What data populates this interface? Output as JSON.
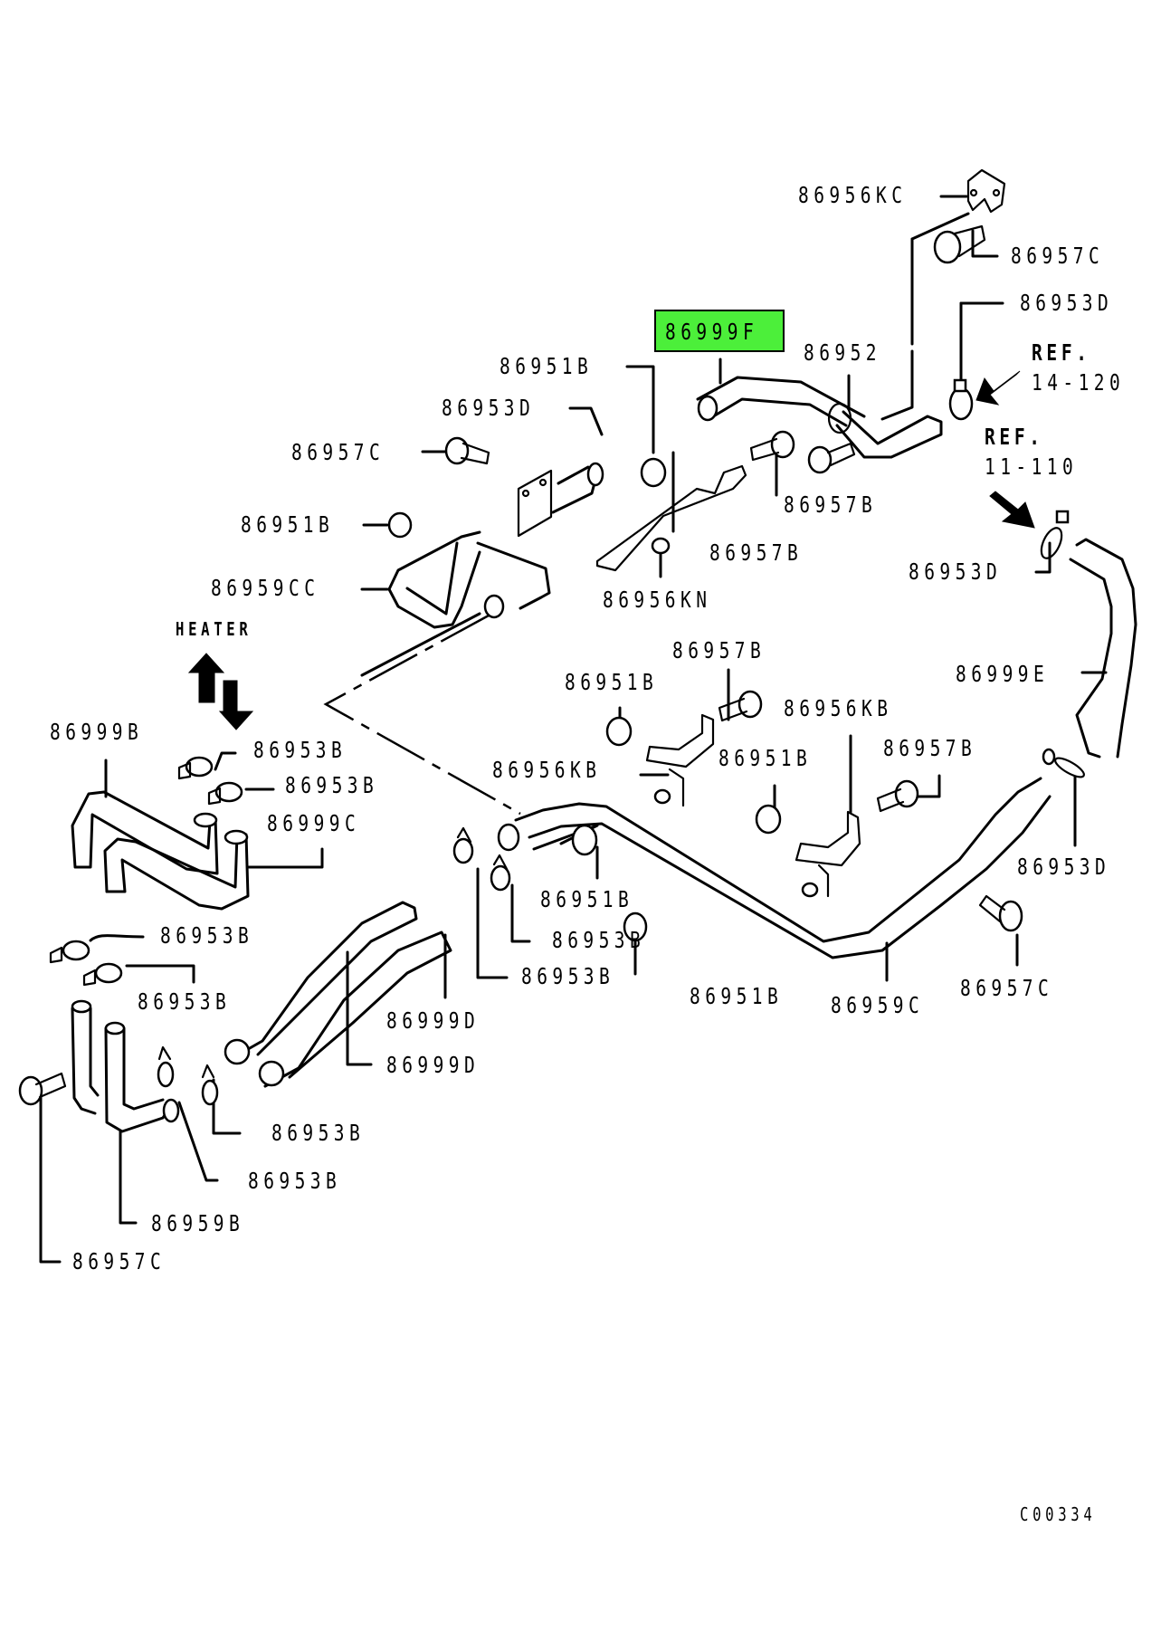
{
  "diagram": {
    "title": "HEATER",
    "drawing_code": "C00334",
    "highlight_color": "#4cef3a",
    "highlighted_part": "86999F",
    "references": [
      {
        "label": "REF.",
        "number": "14-120"
      },
      {
        "label": "REF.",
        "number": "11-110"
      }
    ],
    "callouts": [
      {
        "id": "c1",
        "part": "86956KC"
      },
      {
        "id": "c2",
        "part": "86957C"
      },
      {
        "id": "c3",
        "part": "86953D"
      },
      {
        "id": "c4",
        "part": "86999F"
      },
      {
        "id": "c5",
        "part": "86952"
      },
      {
        "id": "c6",
        "part": "86951B"
      },
      {
        "id": "c7",
        "part": "86953D"
      },
      {
        "id": "c8",
        "part": "86957C"
      },
      {
        "id": "c9",
        "part": "86957B"
      },
      {
        "id": "c10",
        "part": "86951B"
      },
      {
        "id": "c11",
        "part": "86957B"
      },
      {
        "id": "c12",
        "part": "86959CC"
      },
      {
        "id": "c13",
        "part": "86956KN"
      },
      {
        "id": "c14",
        "part": "86953D"
      },
      {
        "id": "c15",
        "part": "86957B"
      },
      {
        "id": "c16",
        "part": "86999E"
      },
      {
        "id": "c17",
        "part": "86951B"
      },
      {
        "id": "c18",
        "part": "86956KB"
      },
      {
        "id": "c19",
        "part": "86999B"
      },
      {
        "id": "c20",
        "part": "86953B"
      },
      {
        "id": "c21",
        "part": "86956KB"
      },
      {
        "id": "c22",
        "part": "86951B"
      },
      {
        "id": "c23",
        "part": "86957B"
      },
      {
        "id": "c24",
        "part": "86953B"
      },
      {
        "id": "c25",
        "part": "86999C"
      },
      {
        "id": "c26",
        "part": "86953D"
      },
      {
        "id": "c27",
        "part": "86951B"
      },
      {
        "id": "c28",
        "part": "86953B"
      },
      {
        "id": "c29",
        "part": "86953B"
      },
      {
        "id": "c30",
        "part": "86953B"
      },
      {
        "id": "c31",
        "part": "86951B"
      },
      {
        "id": "c32",
        "part": "86959C"
      },
      {
        "id": "c33",
        "part": "86957C"
      },
      {
        "id": "c34",
        "part": "86953B"
      },
      {
        "id": "c35",
        "part": "86999D"
      },
      {
        "id": "c36",
        "part": "86999D"
      },
      {
        "id": "c37",
        "part": "86953B"
      },
      {
        "id": "c38",
        "part": "86953B"
      },
      {
        "id": "c39",
        "part": "86959B"
      },
      {
        "id": "c40",
        "part": "86957C"
      }
    ]
  }
}
